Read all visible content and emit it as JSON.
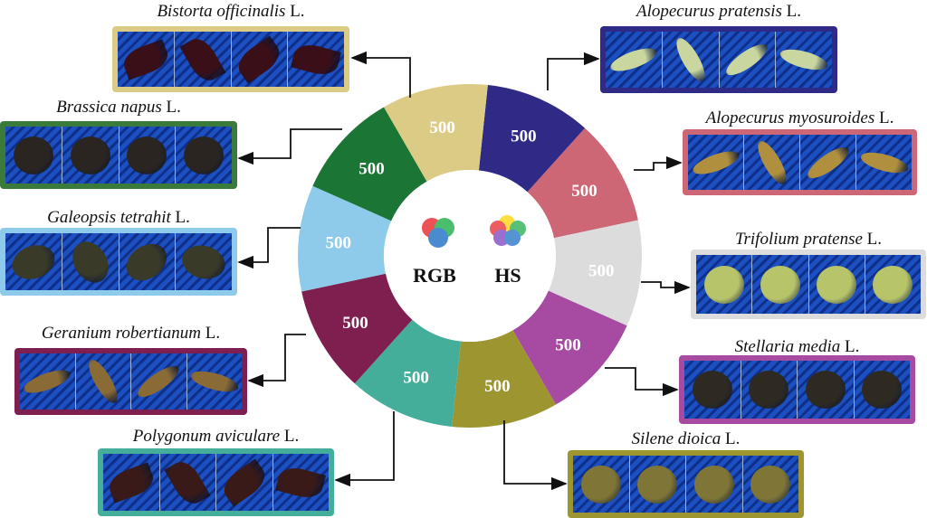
{
  "segments": [
    {
      "value": "500",
      "color": "#2f2a86"
    },
    {
      "value": "500",
      "color": "#cd6675"
    },
    {
      "value": "500",
      "color": "#dcdcdc"
    },
    {
      "value": "500",
      "color": "#a64aa2"
    },
    {
      "value": "500",
      "color": "#9c9530"
    },
    {
      "value": "500",
      "color": "#45ae9a"
    },
    {
      "value": "500",
      "color": "#7f1f4f"
    },
    {
      "value": "500",
      "color": "#8ecbea"
    },
    {
      "value": "500",
      "color": "#1b7535"
    },
    {
      "value": "500",
      "color": "#dccb84"
    }
  ],
  "center": {
    "rgb_label": "RGB",
    "hs_label": "HS"
  },
  "species": [
    {
      "name": "Bistorta officinalis",
      "authority": "L.",
      "border": "#dccb84",
      "seed_color": "#3a0f18",
      "shape": "leaf"
    },
    {
      "name": "Brassica napus",
      "authority": "L.",
      "border": "#3a7a3a",
      "seed_color": "#2a2520",
      "shape": "round"
    },
    {
      "name": "Galeopsis tetrahit",
      "authority": "L.",
      "border": "#8ecbea",
      "seed_color": "#3a3a28",
      "shape": "oval"
    },
    {
      "name": "Geranium robertianum",
      "authority": "L.",
      "border": "#7f1f4f",
      "seed_color": "#8a6a35",
      "shape": "long"
    },
    {
      "name": "Polygonum aviculare",
      "authority": "L.",
      "border": "#45ae9a",
      "seed_color": "#3a1a18",
      "shape": "leaf"
    },
    {
      "name": "Alopecurus pratensis",
      "authority": "L.",
      "border": "#2f2a86",
      "seed_color": "#c9d6a0",
      "shape": "long"
    },
    {
      "name": "Alopecurus myosuroides",
      "authority": "L.",
      "border": "#cd6675",
      "seed_color": "#b0903e",
      "shape": "long"
    },
    {
      "name": "Trifolium pratense",
      "authority": "L.",
      "border": "#dcdcdc",
      "seed_color": "#b8c46a",
      "shape": "round"
    },
    {
      "name": "Stellaria media",
      "authority": "L.",
      "border": "#a64aa2",
      "seed_color": "#2e2a22",
      "shape": "round"
    },
    {
      "name": "Silene dioica",
      "authority": "L.",
      "border": "#9c9530",
      "seed_color": "#7e7536",
      "shape": "round"
    }
  ]
}
